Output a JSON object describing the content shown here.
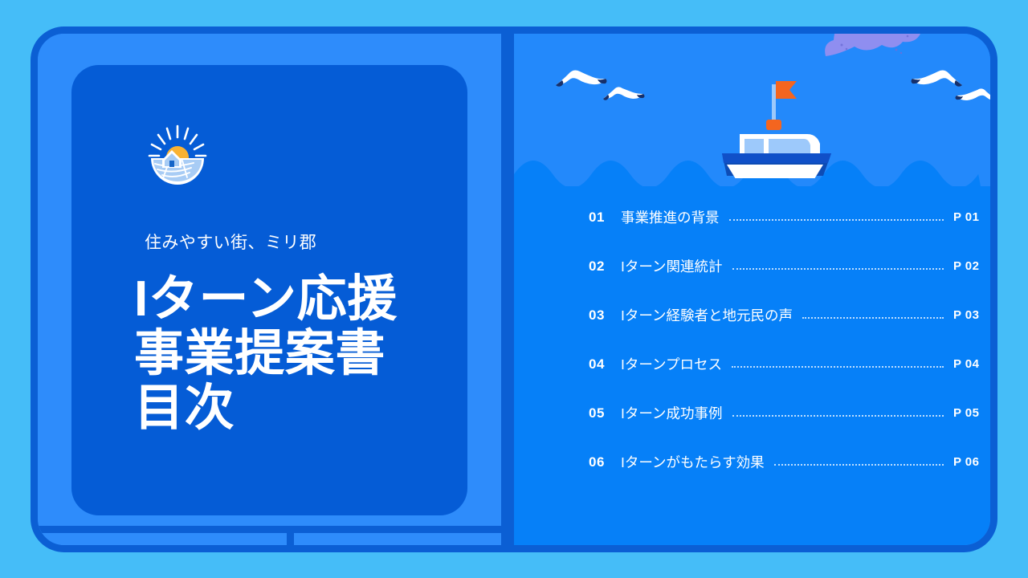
{
  "slide": {
    "brand": {
      "logo_icon": "sunrise-farm-badge-icon",
      "tagline": "住みやすい街、ミリ郡"
    },
    "title_lines": [
      "Iターン応援",
      "事業提案書",
      "目次"
    ]
  },
  "illustration": {
    "boat_icon": "fishing-boat-icon",
    "flag_icon": "orange-flag-icon",
    "birds": [
      "seagull-icon",
      "seagull-icon",
      "seagull-icon",
      "seagull-icon"
    ],
    "cloud_icon": "purple-cloud-blob-icon"
  },
  "toc": {
    "items": [
      {
        "num": "01",
        "label": "事業推進の背景",
        "page": "P 01"
      },
      {
        "num": "02",
        "label": "Iターン関連統計",
        "page": "P 02"
      },
      {
        "num": "03",
        "label": "Iターン経験者と地元民の声",
        "page": "P 03"
      },
      {
        "num": "04",
        "label": "Iターンプロセス",
        "page": "P 04"
      },
      {
        "num": "05",
        "label": "Iターン成功事例",
        "page": "P 05"
      },
      {
        "num": "06",
        "label": "Iターンがもたらす効果",
        "page": "P 06"
      }
    ]
  },
  "colors": {
    "page_background": "#45bdf8",
    "frame_border": "#0b5fd4",
    "panel": "#2e8cfb",
    "card": "#055cd6",
    "sea": "#0680f8",
    "sky": "#2389fb",
    "accent_orange": "#f4651f",
    "sun_yellow": "#f9b233",
    "white": "#ffffff",
    "cloud_purple": "#8f8ef0"
  }
}
